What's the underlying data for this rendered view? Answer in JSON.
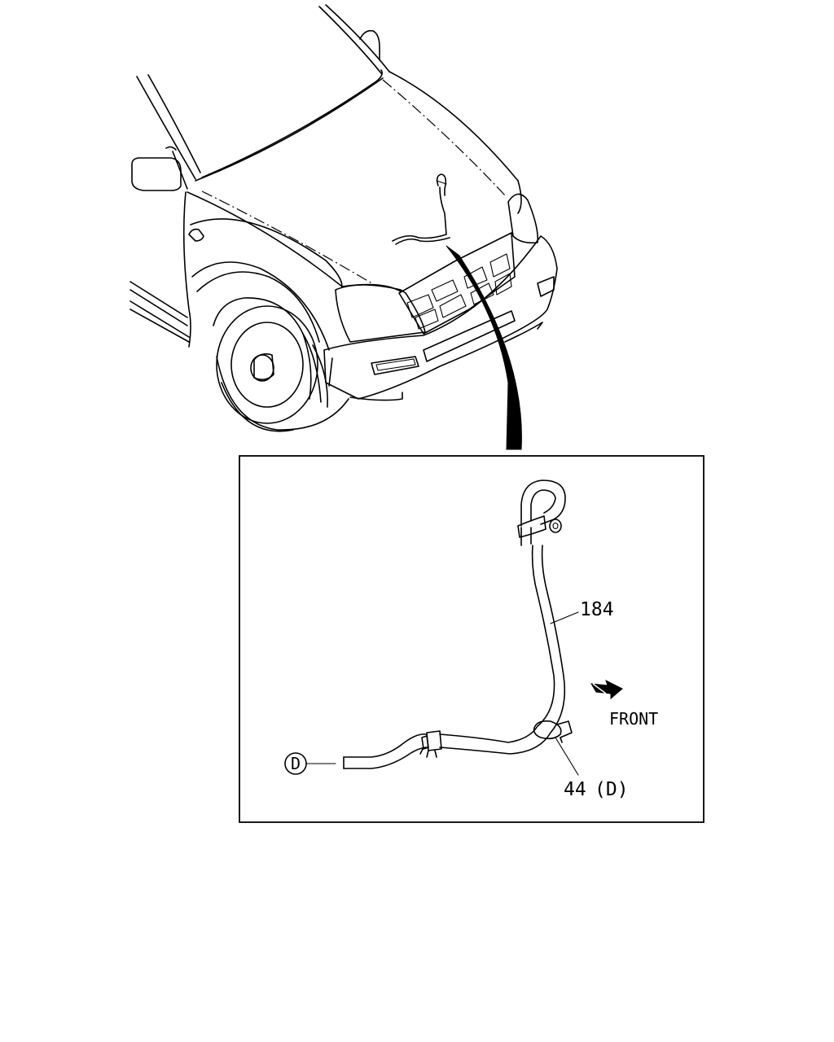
{
  "labels": {
    "hose_part_number": "184",
    "clip_part_number": "44",
    "clip_reference": "(D)",
    "direction": "FRONT",
    "connection_marker": "D"
  },
  "icons": {
    "front_arrow": "arrow-down-right-icon",
    "callout_leader": "curved-pointer-icon"
  },
  "colors": {
    "line": "#000000",
    "background": "#ffffff"
  }
}
